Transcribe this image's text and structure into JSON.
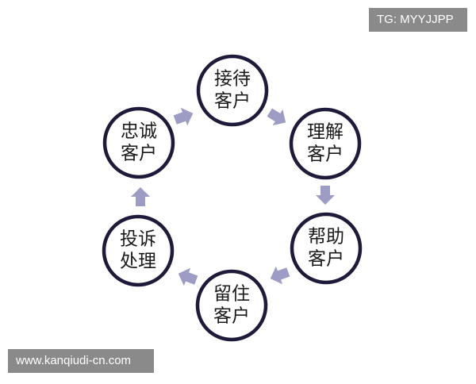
{
  "watermarks": {
    "top_right": "TG: MYYJJPP",
    "bottom_left": "www.kanqiudi-cn.com"
  },
  "cycle": {
    "nodes": [
      {
        "line1": "接待",
        "line2": "客户"
      },
      {
        "line1": "理解",
        "line2": "客户"
      },
      {
        "line1": "帮助",
        "line2": "客户"
      },
      {
        "line1": "留住",
        "line2": "客户"
      },
      {
        "line1": "投诉",
        "line2": "处理"
      },
      {
        "line1": "忠诚",
        "line2": "客户"
      }
    ],
    "arrow_color": "#9c9cc4",
    "circle_stroke_color": "#1e1b3a"
  }
}
